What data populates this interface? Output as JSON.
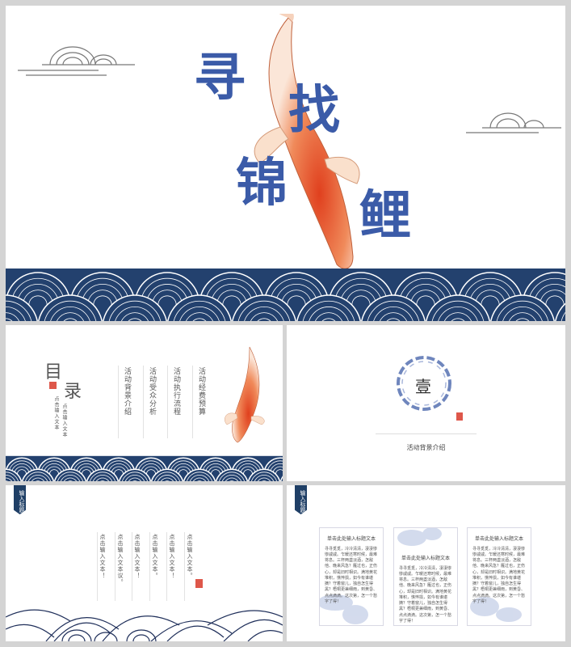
{
  "cover": {
    "title_chars": [
      "寻",
      "找",
      "锦",
      "鲤"
    ]
  },
  "toc": {
    "title_chars": [
      "目",
      "录"
    ],
    "subtitles": [
      "点击输入文本",
      "点击输入文本"
    ],
    "items": [
      "活动背景介绍",
      "活动受众分析",
      "活动执行流程",
      "活动经费预算"
    ]
  },
  "section": {
    "number": "壹",
    "title": "活动背景介绍"
  },
  "text_slide": {
    "tag": "输入标题",
    "columns": [
      "点击输入文本！",
      "点击输入文本议。",
      "点击输入文本！",
      "点击输入文本。",
      "点击输入文本！",
      "点击输入文本。"
    ]
  },
  "cards_slide": {
    "tag": "输入标题",
    "cards": [
      {
        "title": "单击此处输入标题文本",
        "body": "寻寻觅觅，冷冷清清，凄凄惨惨戚戚。乍暖还寒时候，最难将息。三杯两盏淡酒，怎敌他、晚来风急？雁过也，正伤心，却是旧时相识。满地黄花堆积，憔悴损，如今有谁堪摘？守着窗儿，独自怎生得黑？梧桐更兼细雨，到黄昏、点点滴滴。这次第，怎一个愁字了得！"
      },
      {
        "title": "单击此处输入标题文本",
        "body": "寻寻觅觅，冷冷清清，凄凄惨惨戚戚。乍暖还寒时候，最难将息。三杯两盏淡酒，怎敌他、晚来风急？雁过也，正伤心，却是旧时相识。满地黄花堆积，憔悴损，如今有谁堪摘？守着窗儿，独自怎生得黑？梧桐更兼细雨，到黄昏、点点滴滴。这次第，怎一个愁字了得！"
      },
      {
        "title": "单击此处输入标题文本",
        "body": "寻寻觅觅，冷冷清清，凄凄惨惨戚戚。乍暖还寒时候，最难将息。三杯两盏淡酒，怎敌他、晚来风急？雁过也，正伤心，却是旧时相识。满地黄花堆积，憔悴损，如今有谁堪摘？守着窗儿，独自怎生得黑？梧桐更兼细雨，到黄昏、点点滴滴。这次第，怎一个愁字了得！"
      }
    ]
  },
  "colors": {
    "title_blue": "#3b5ba8",
    "wave_navy": "#23416e",
    "seal_red": "#d83a2a",
    "koi_orange": "#e8532a"
  }
}
